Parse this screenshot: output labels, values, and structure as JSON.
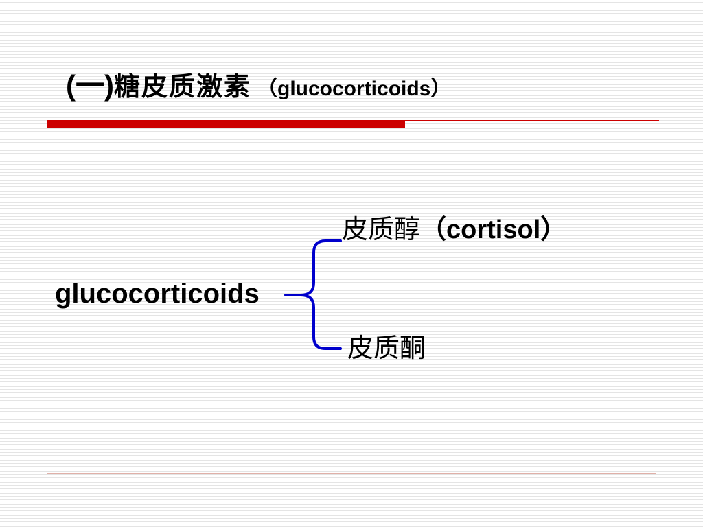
{
  "title": {
    "number": "(一)",
    "chinese": "糖皮质激素",
    "english": "（glucocorticoids）"
  },
  "diagram": {
    "root": "glucocorticoids",
    "branches": [
      {
        "chinese": "皮质醇",
        "english": "（cortisol）"
      },
      {
        "chinese": "皮质酮",
        "english": ""
      }
    ]
  },
  "colors": {
    "accent_rule": "#cc0000",
    "brace": "#0000cc",
    "text": "#000000"
  }
}
